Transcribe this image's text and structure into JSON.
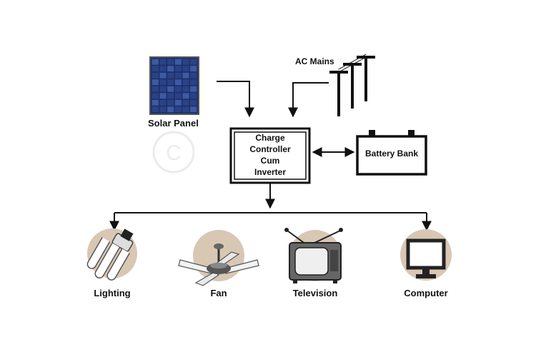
{
  "sources": {
    "solar_panel": "Solar Panel",
    "ac_mains": "AC Mains"
  },
  "controller": {
    "line1": "Charge",
    "line2": "Controller",
    "line3": "Cum",
    "line4": "Inverter"
  },
  "battery": "Battery Bank",
  "loads": {
    "lighting": "Lighting",
    "fan": "Fan",
    "television": "Television",
    "computer": "Computer"
  },
  "colors": {
    "line": "#111111",
    "circle": "#d8c7b3",
    "panel": "#1d3068"
  }
}
